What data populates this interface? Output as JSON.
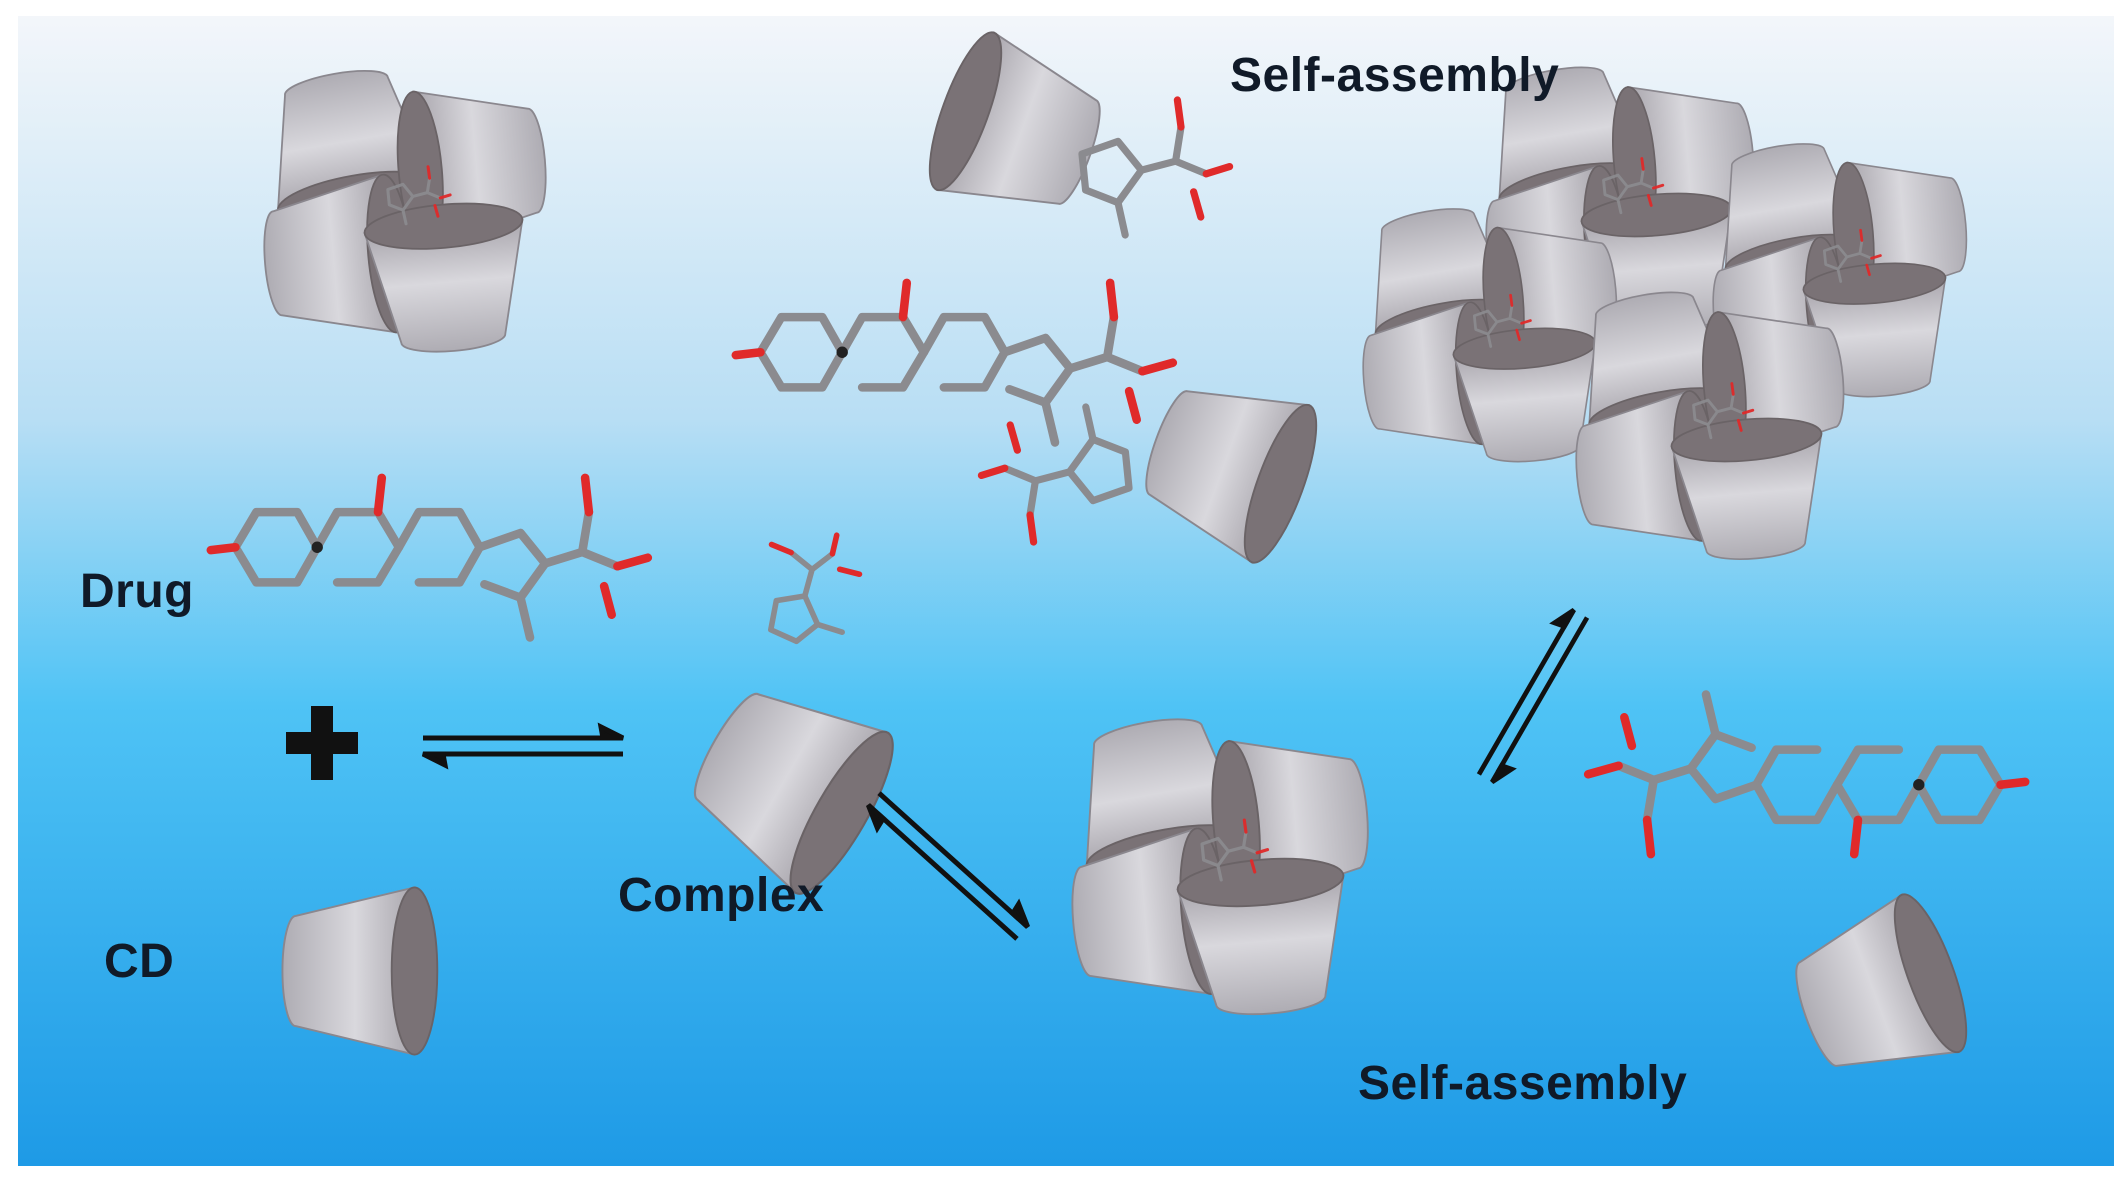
{
  "labels": {
    "drug": "Drug",
    "cd": "CD",
    "complex": "Complex",
    "self_assembly_top": "Self-assembly",
    "self_assembly_bottom": "Self-assembly"
  },
  "colors": {
    "background_top": "#f3f6fa",
    "background_mid": "#4fc3f5",
    "background_bottom": "#1e9ae6",
    "cone_body": "#b9b7bd",
    "cone_light": "#d9d8dd",
    "cone_rim": "#7a7276",
    "molecule_bond": "#8b8b8f",
    "oxygen": "#e02a2a",
    "arrow": "#111111"
  },
  "icons": {
    "plus": "plus-icon",
    "equilibrium": "equilibrium-arrows-icon",
    "cyclodextrin": "cyclodextrin-cone",
    "drug": "drug-molecule"
  }
}
